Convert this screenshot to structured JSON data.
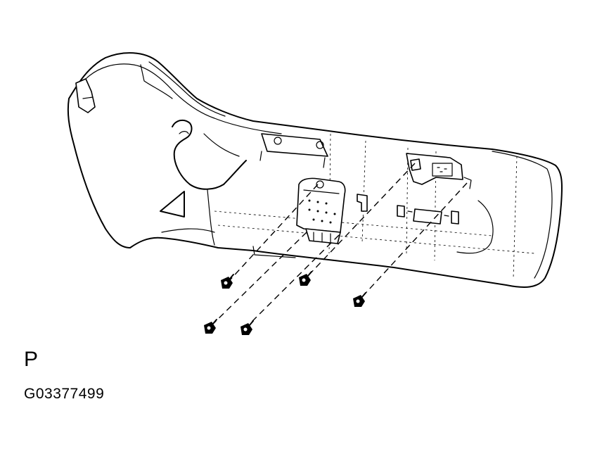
{
  "labels": {
    "view_letter": "P",
    "figure_code": "G03377499"
  },
  "icons": {
    "drawing": "door-trim-panel-line-drawing",
    "screw": "screw-icon"
  },
  "colors": {
    "ink": "#000000",
    "paper": "#ffffff"
  }
}
